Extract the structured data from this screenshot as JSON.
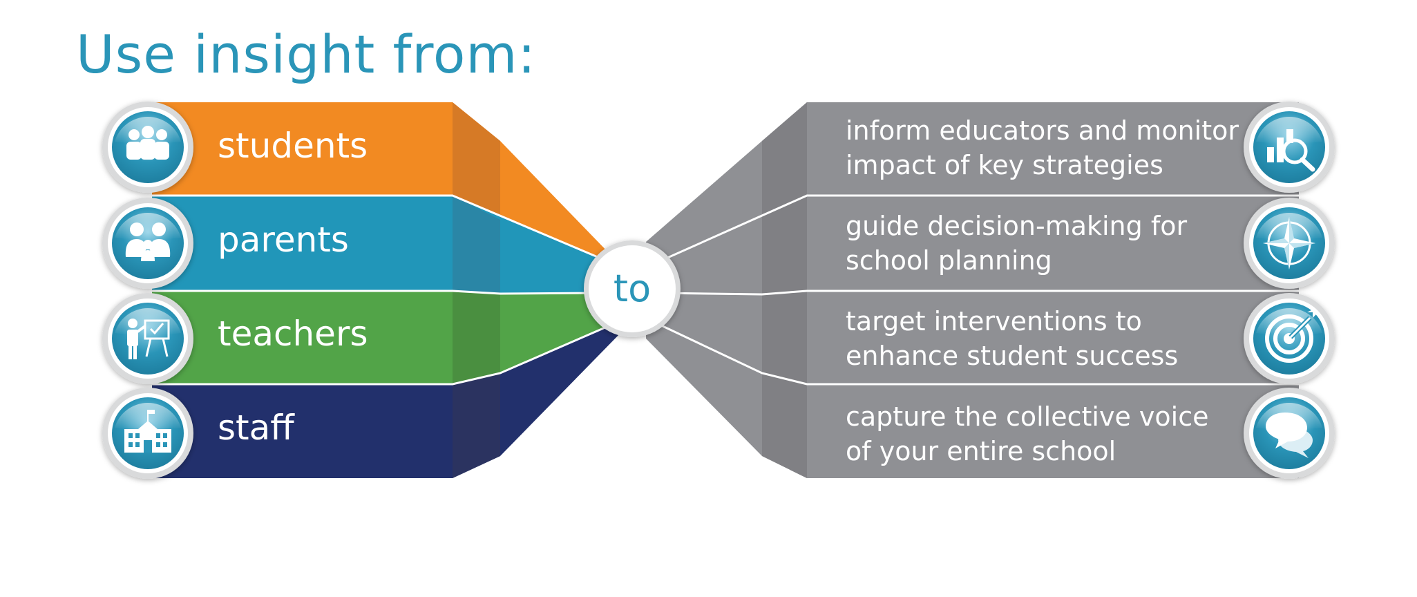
{
  "title": "Use insight from:",
  "hub_label": "to",
  "sources": [
    {
      "label": "students",
      "icon": "students-group-icon",
      "color": "#f28a22"
    },
    {
      "label": "parents",
      "icon": "family-icon",
      "color": "#2196b9"
    },
    {
      "label": "teachers",
      "icon": "teacher-board-icon",
      "color": "#52a448"
    },
    {
      "label": "staff",
      "icon": "school-building-icon",
      "color": "#22306c"
    }
  ],
  "outcomes": [
    {
      "line1": "inform educators and monitor",
      "line2": "impact of key strategies",
      "icon": "chart-magnifier-icon"
    },
    {
      "line1": "guide decision-making for",
      "line2": "school planning",
      "icon": "compass-icon"
    },
    {
      "line1": "target interventions to",
      "line2": "enhance student success",
      "icon": "target-arrow-icon"
    },
    {
      "line1": "capture the collective voice",
      "line2": "of your entire school",
      "icon": "speech-bubbles-icon"
    }
  ],
  "colors": {
    "title": "#2a95b8",
    "outcome_band": "#8f9094",
    "icon_circle": "#2a95b8"
  }
}
